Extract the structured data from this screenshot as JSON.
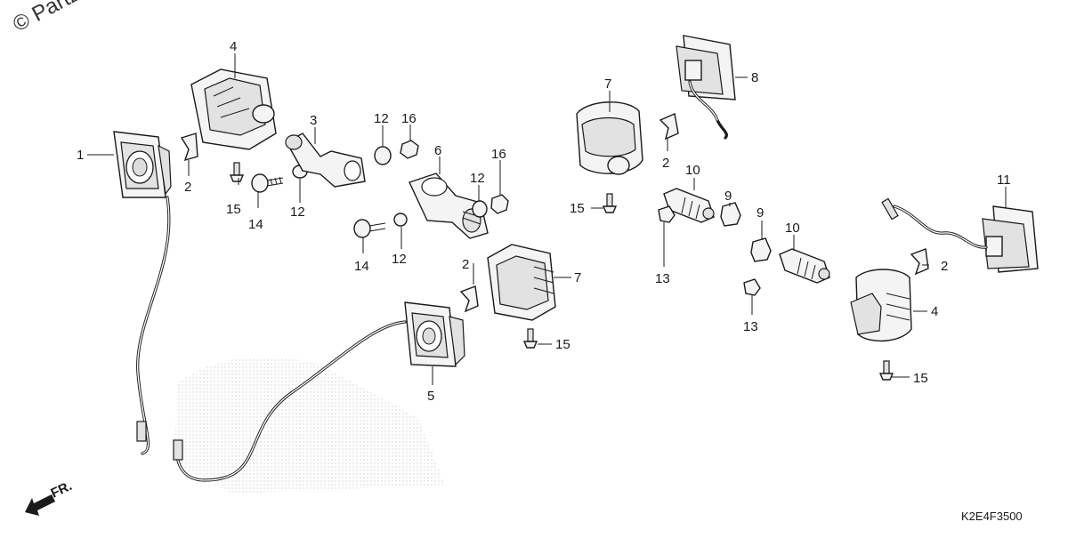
{
  "watermark": "© Partzilla.com",
  "diagram_code": "K2E4F3500",
  "front_indicator": "FR.",
  "callouts": [
    {
      "id": "c1",
      "text": "1"
    },
    {
      "id": "c2a",
      "text": "2"
    },
    {
      "id": "c2b",
      "text": "2"
    },
    {
      "id": "c2c",
      "text": "2"
    },
    {
      "id": "c2d",
      "text": "2"
    },
    {
      "id": "c3",
      "text": "3"
    },
    {
      "id": "c4a",
      "text": "4"
    },
    {
      "id": "c4b",
      "text": "4"
    },
    {
      "id": "c5",
      "text": "5"
    },
    {
      "id": "c6",
      "text": "6"
    },
    {
      "id": "c7a",
      "text": "7"
    },
    {
      "id": "c7b",
      "text": "7"
    },
    {
      "id": "c8",
      "text": "8"
    },
    {
      "id": "c9a",
      "text": "9"
    },
    {
      "id": "c9b",
      "text": "9"
    },
    {
      "id": "c10a",
      "text": "10"
    },
    {
      "id": "c10b",
      "text": "10"
    },
    {
      "id": "c11",
      "text": "11"
    },
    {
      "id": "c12a",
      "text": "12"
    },
    {
      "id": "c12b",
      "text": "12"
    },
    {
      "id": "c12c",
      "text": "12"
    },
    {
      "id": "c12d",
      "text": "12"
    },
    {
      "id": "c13a",
      "text": "13"
    },
    {
      "id": "c13b",
      "text": "13"
    },
    {
      "id": "c14a",
      "text": "14"
    },
    {
      "id": "c14b",
      "text": "14"
    },
    {
      "id": "c15a",
      "text": "15"
    },
    {
      "id": "c15b",
      "text": "15"
    },
    {
      "id": "c15c",
      "text": "15"
    },
    {
      "id": "c15d",
      "text": "15"
    },
    {
      "id": "c16a",
      "text": "16"
    },
    {
      "id": "c16b",
      "text": "16"
    }
  ]
}
